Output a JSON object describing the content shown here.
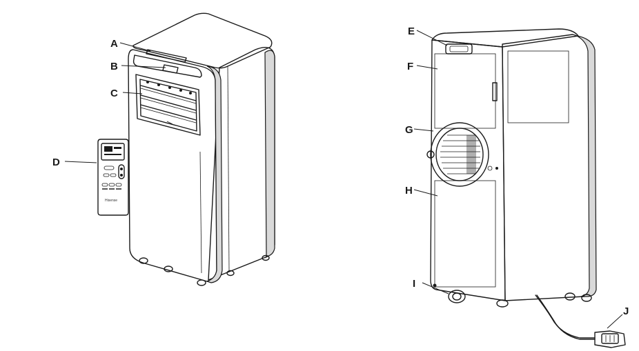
{
  "labels": {
    "a": "A",
    "b": "B",
    "c": "C",
    "d": "D",
    "e": "E",
    "f": "F",
    "g": "G",
    "h": "H",
    "i": "I",
    "j": "J"
  },
  "remote": {
    "brand": "Hisense"
  },
  "colors": {
    "line": "#1a1a1a",
    "shade": "#d9d9d9",
    "background": "#ffffff"
  }
}
